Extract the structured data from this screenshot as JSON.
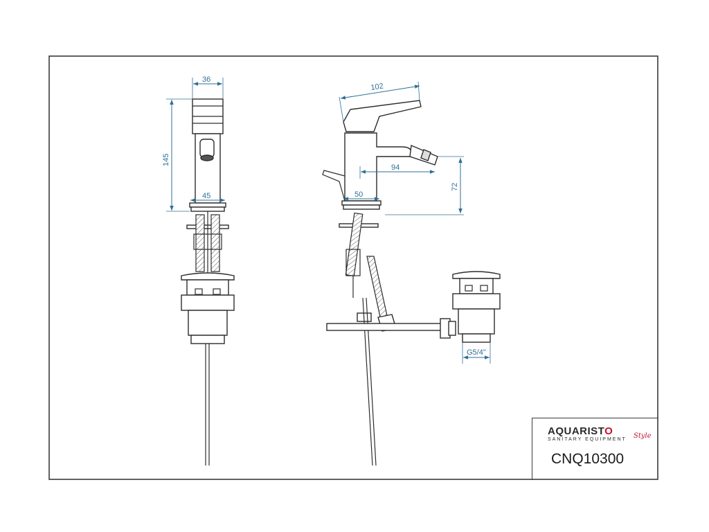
{
  "dimensions": {
    "front_width_top": "36",
    "front_height": "145",
    "front_base_width": "45",
    "side_spout_length": "102",
    "side_nozzle_offset": "94",
    "side_height": "72",
    "side_base_width": "50",
    "waste_thread": "G5/4\""
  },
  "title_block": {
    "brand_main": "AQUARIST",
    "brand_accent": "O",
    "brand_sub": "SANITARY EQUIPMENT",
    "brand_script": "Style",
    "model_code": "CNQ10300"
  },
  "colors": {
    "dimension": "#2f6f96",
    "brand_accent": "#c0132d",
    "line": "#2c2c2c"
  }
}
